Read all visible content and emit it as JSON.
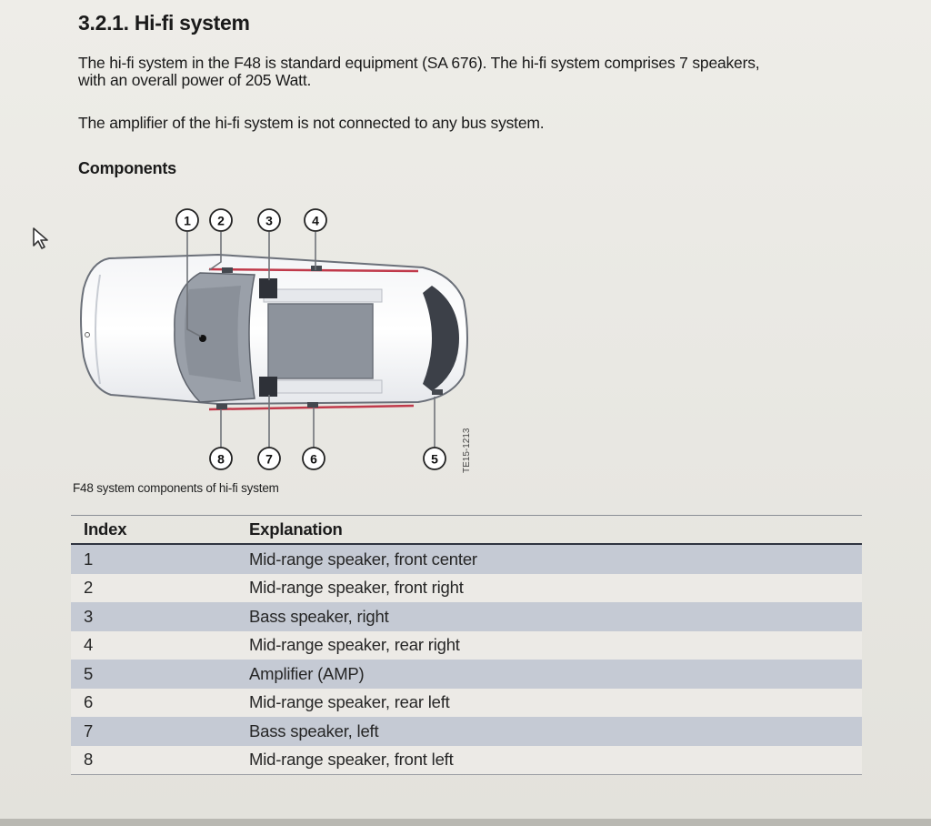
{
  "section": {
    "title": "3.2.1. Hi-fi system",
    "paragraph1_line1": "The hi-fi system in the F48 is standard equipment (SA 676). The hi-fi system comprises 7 speakers,",
    "paragraph1_line2": "with an overall power of 205 Watt.",
    "paragraph2": "The amplifier of the hi-fi system is not connected to any bus system.",
    "subheading": "Components"
  },
  "figure": {
    "callouts": [
      "1",
      "2",
      "3",
      "4",
      "8",
      "7",
      "6",
      "5"
    ],
    "figure_code": "TE15-1213",
    "caption": "F48 system components of hi-fi system"
  },
  "table": {
    "headers": {
      "index": "Index",
      "explanation": "Explanation"
    },
    "rows": [
      {
        "index": "1",
        "explanation": "Mid-range speaker, front center"
      },
      {
        "index": "2",
        "explanation": "Mid-range speaker, front right"
      },
      {
        "index": "3",
        "explanation": "Bass speaker, right"
      },
      {
        "index": "4",
        "explanation": "Mid-range speaker, rear right"
      },
      {
        "index": "5",
        "explanation": "Amplifier (AMP)"
      },
      {
        "index": "6",
        "explanation": "Mid-range speaker, rear left"
      },
      {
        "index": "7",
        "explanation": "Bass speaker, left"
      },
      {
        "index": "8",
        "explanation": "Mid-range speaker, front left"
      }
    ]
  },
  "colors": {
    "table_stripe": "#c5cad4",
    "page": "#eceae6",
    "text": "#1a1a1a"
  }
}
